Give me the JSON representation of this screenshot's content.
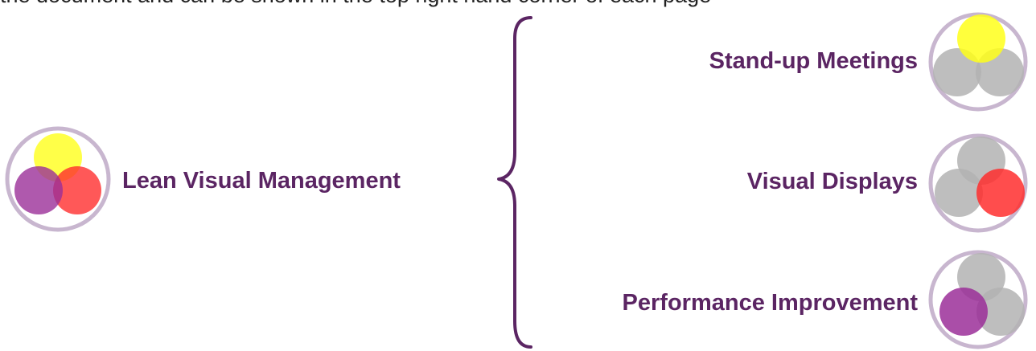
{
  "header_text": "the document and can be shown in the top right hand corner of each page",
  "main": {
    "title": "Lean Visual Management"
  },
  "items": [
    {
      "label": "Stand-up Meetings",
      "highlight": "yellow"
    },
    {
      "label": "Visual Displays",
      "highlight": "red"
    },
    {
      "label": "Performance Improvement",
      "highlight": "purple"
    }
  ],
  "colors": {
    "text": "#5b2563",
    "ring": "#c8b6cf",
    "yellow": "#ffff1a",
    "red": "#ff2e2e",
    "purple": "#9b2f99",
    "grey": "#b3b3b3"
  }
}
